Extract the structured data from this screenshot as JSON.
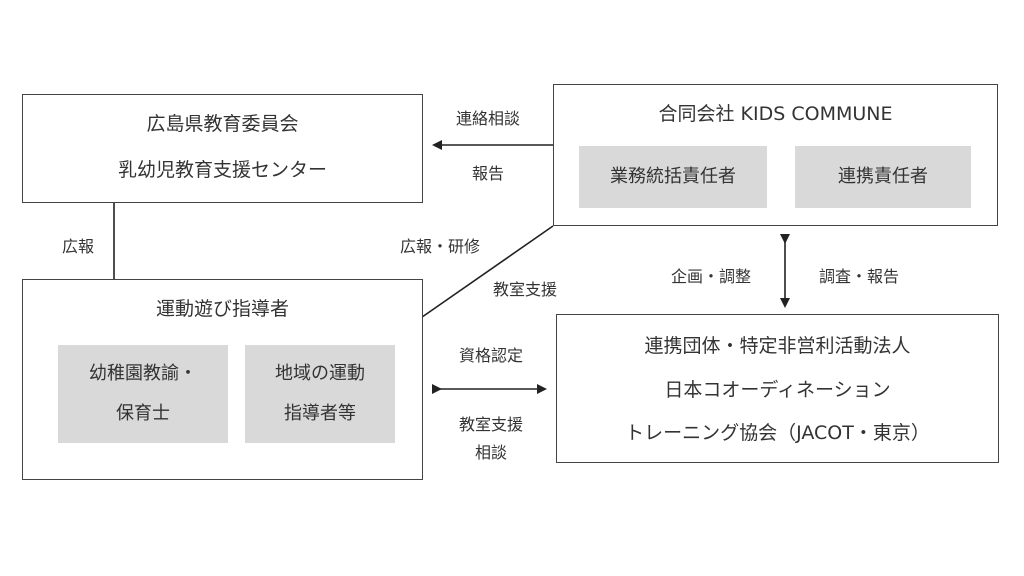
{
  "hiroshima": {
    "line1": "広島県教育委員会",
    "line2": "乳幼児教育支援センター"
  },
  "kids": {
    "title": "合同会社 KIDS COMMUNE",
    "role1": "業務統括責任者",
    "role2": "連携責任者"
  },
  "instructor": {
    "title": "運動遊び指導者",
    "sub1_line1": "幼稚園教諭・",
    "sub1_line2": "保育士",
    "sub2_line1": "地域の運動",
    "sub2_line2": "指導者等"
  },
  "jacot": {
    "line1": "連携団体・特定非営利活動法人",
    "line2": "日本コオーディネーション",
    "line3": "トレーニング協会（JACOT・東京）"
  },
  "labels": {
    "renraku": "連絡相談",
    "houkoku": "報告",
    "kouhou_left": "広報",
    "kouhou_kenshu": "広報・研修",
    "kyoshitsu1": "教室支援",
    "kikaku": "企画・調整",
    "chosa": "調査・報告",
    "shikaku": "資格認定",
    "kyoshitsu2": "教室支援",
    "sodan": "相談"
  }
}
